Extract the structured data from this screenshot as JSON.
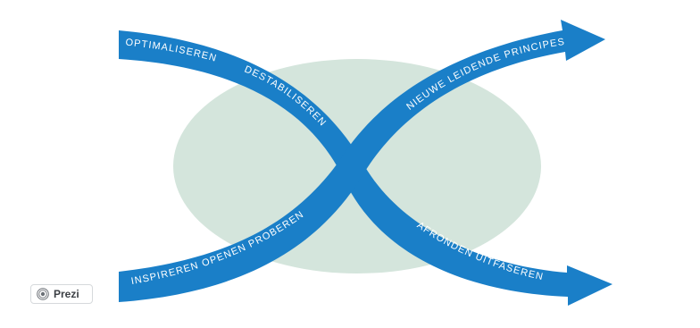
{
  "diagram": {
    "labels": {
      "optimize": "OPTIMALISEREN",
      "destabilize": "DESTABILISEREN",
      "new_principles": "NIEUWE LEIDENDE PRINCIPES",
      "inspire": "INSPIREREN OPENEN PROBEREN",
      "finish": "AFRONDEN UITFASEREN"
    },
    "colors": {
      "band": "#1a7fc8",
      "ellipse": "#d4e5dc",
      "label": "#ffffff"
    }
  },
  "badge": {
    "brand": "Prezi",
    "icon": "prezi-logo-icon"
  }
}
